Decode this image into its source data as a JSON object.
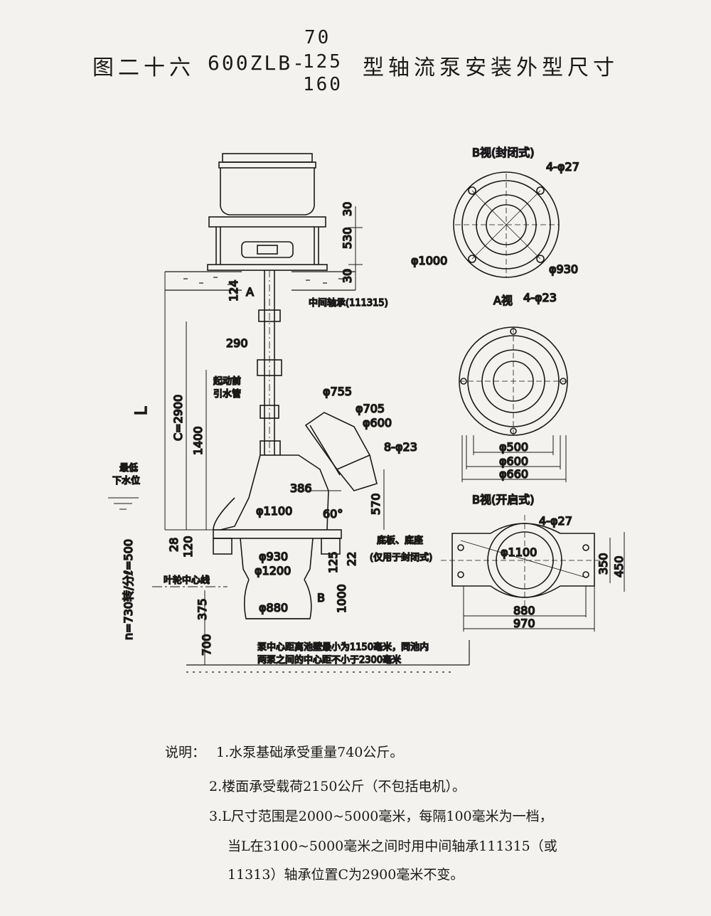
{
  "title": {
    "prefix": "图二十六",
    "model": "600ZLB-",
    "variants": [
      "70",
      "125",
      "160"
    ],
    "suffix": "型轴流泵安装外型尺寸"
  },
  "drawing": {
    "dims_right": [
      "30",
      "530",
      "30"
    ],
    "label_A": "A",
    "label_B": "B",
    "dim_124": "124",
    "dim_290": "290",
    "mid_bearing": "中间轴承(111315)",
    "L": "L",
    "C": "C=2900",
    "dim_1400": "1400",
    "priming_1": "起动前",
    "priming_2": "引水管",
    "low_level_1": "最低",
    "low_level_2": "下水位",
    "speed": "n=730转/分ℓ=500",
    "phi755": "φ755",
    "phi705": "φ705",
    "phi600": "φ600",
    "holes_8": "8-φ23",
    "dim_386": "386",
    "dim_570": "570",
    "angle_60": "60°",
    "phi1100": "φ1100",
    "dim_28": "28",
    "dim_120": "120",
    "phi930": "φ930",
    "phi1200": "φ1200",
    "dim_22": "22",
    "dim_125": "125",
    "base_note": "底板、底座",
    "base_note_2": "(仅用于封闭式)",
    "impeller_line": "叶轮中心线",
    "dim_375": "375",
    "dim_700": "700",
    "dim_1000": "1000",
    "phi880": "φ880",
    "wall_note_1": "泵中心距离池壁最小为1150毫米，同池内",
    "wall_note_2": "两泵之间的中心距不小于2300毫米"
  },
  "views": {
    "b_closed_title": "B视(封闭式)",
    "b_closed_holes": "4-φ27",
    "b_closed_phi1000": "φ1000",
    "b_closed_phi930": "φ930",
    "a_title": "A视",
    "a_holes": "4-φ23",
    "a_phi500": "φ500",
    "a_phi600": "φ600",
    "a_phi660": "φ660",
    "b_open_title": "B视(开启式)",
    "b_open_holes": "4-φ27",
    "b_open_phi1100": "φ1100",
    "b_open_880": "880",
    "b_open_970": "970",
    "b_open_350": "350",
    "b_open_450": "450"
  },
  "notes": {
    "head": "说明：",
    "n1": "1.水泵基础承受重量740公斤。",
    "n2": "2.楼面承受载荷2150公斤（不包括电机）。",
    "n3a": "3.L尺寸范围是2000~5000毫米，每隔100毫米为一档，",
    "n3b": "当L在3100~5000毫米之间时用中间轴承111315（或",
    "n3c": "11313）轴承位置C为2900毫米不变。"
  }
}
